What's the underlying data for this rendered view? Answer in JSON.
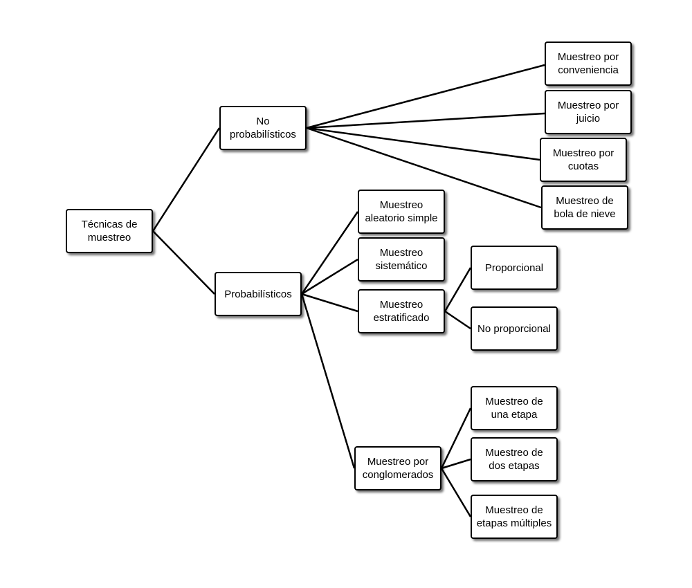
{
  "nodes": {
    "root": "Técnicas de\nmuestreo",
    "no_probabilisticos": "No\nprobabilísticos",
    "probabilisticos": "Probabilísticos",
    "conveniencia": "Muestreo por\nconveniencia",
    "juicio": "Muestreo por\njuicio",
    "cuotas": "Muestreo por\ncuotas",
    "bola_nieve": "Muestreo de\nbola de nieve",
    "aleatorio_simple": "Muestreo\naleatorio simple",
    "sistematico": "Muestreo\nsistemático",
    "estratificado": "Muestreo\nestratificado",
    "proporcional": "Proporcional",
    "no_proporcional": "No proporcional",
    "conglomerados": "Muestreo por\nconglomerados",
    "una_etapa": "Muestreo de\nuna etapa",
    "dos_etapas": "Muestreo de\ndos etapas",
    "etapas_multiples": "Muestreo de\netapas múltiples"
  }
}
